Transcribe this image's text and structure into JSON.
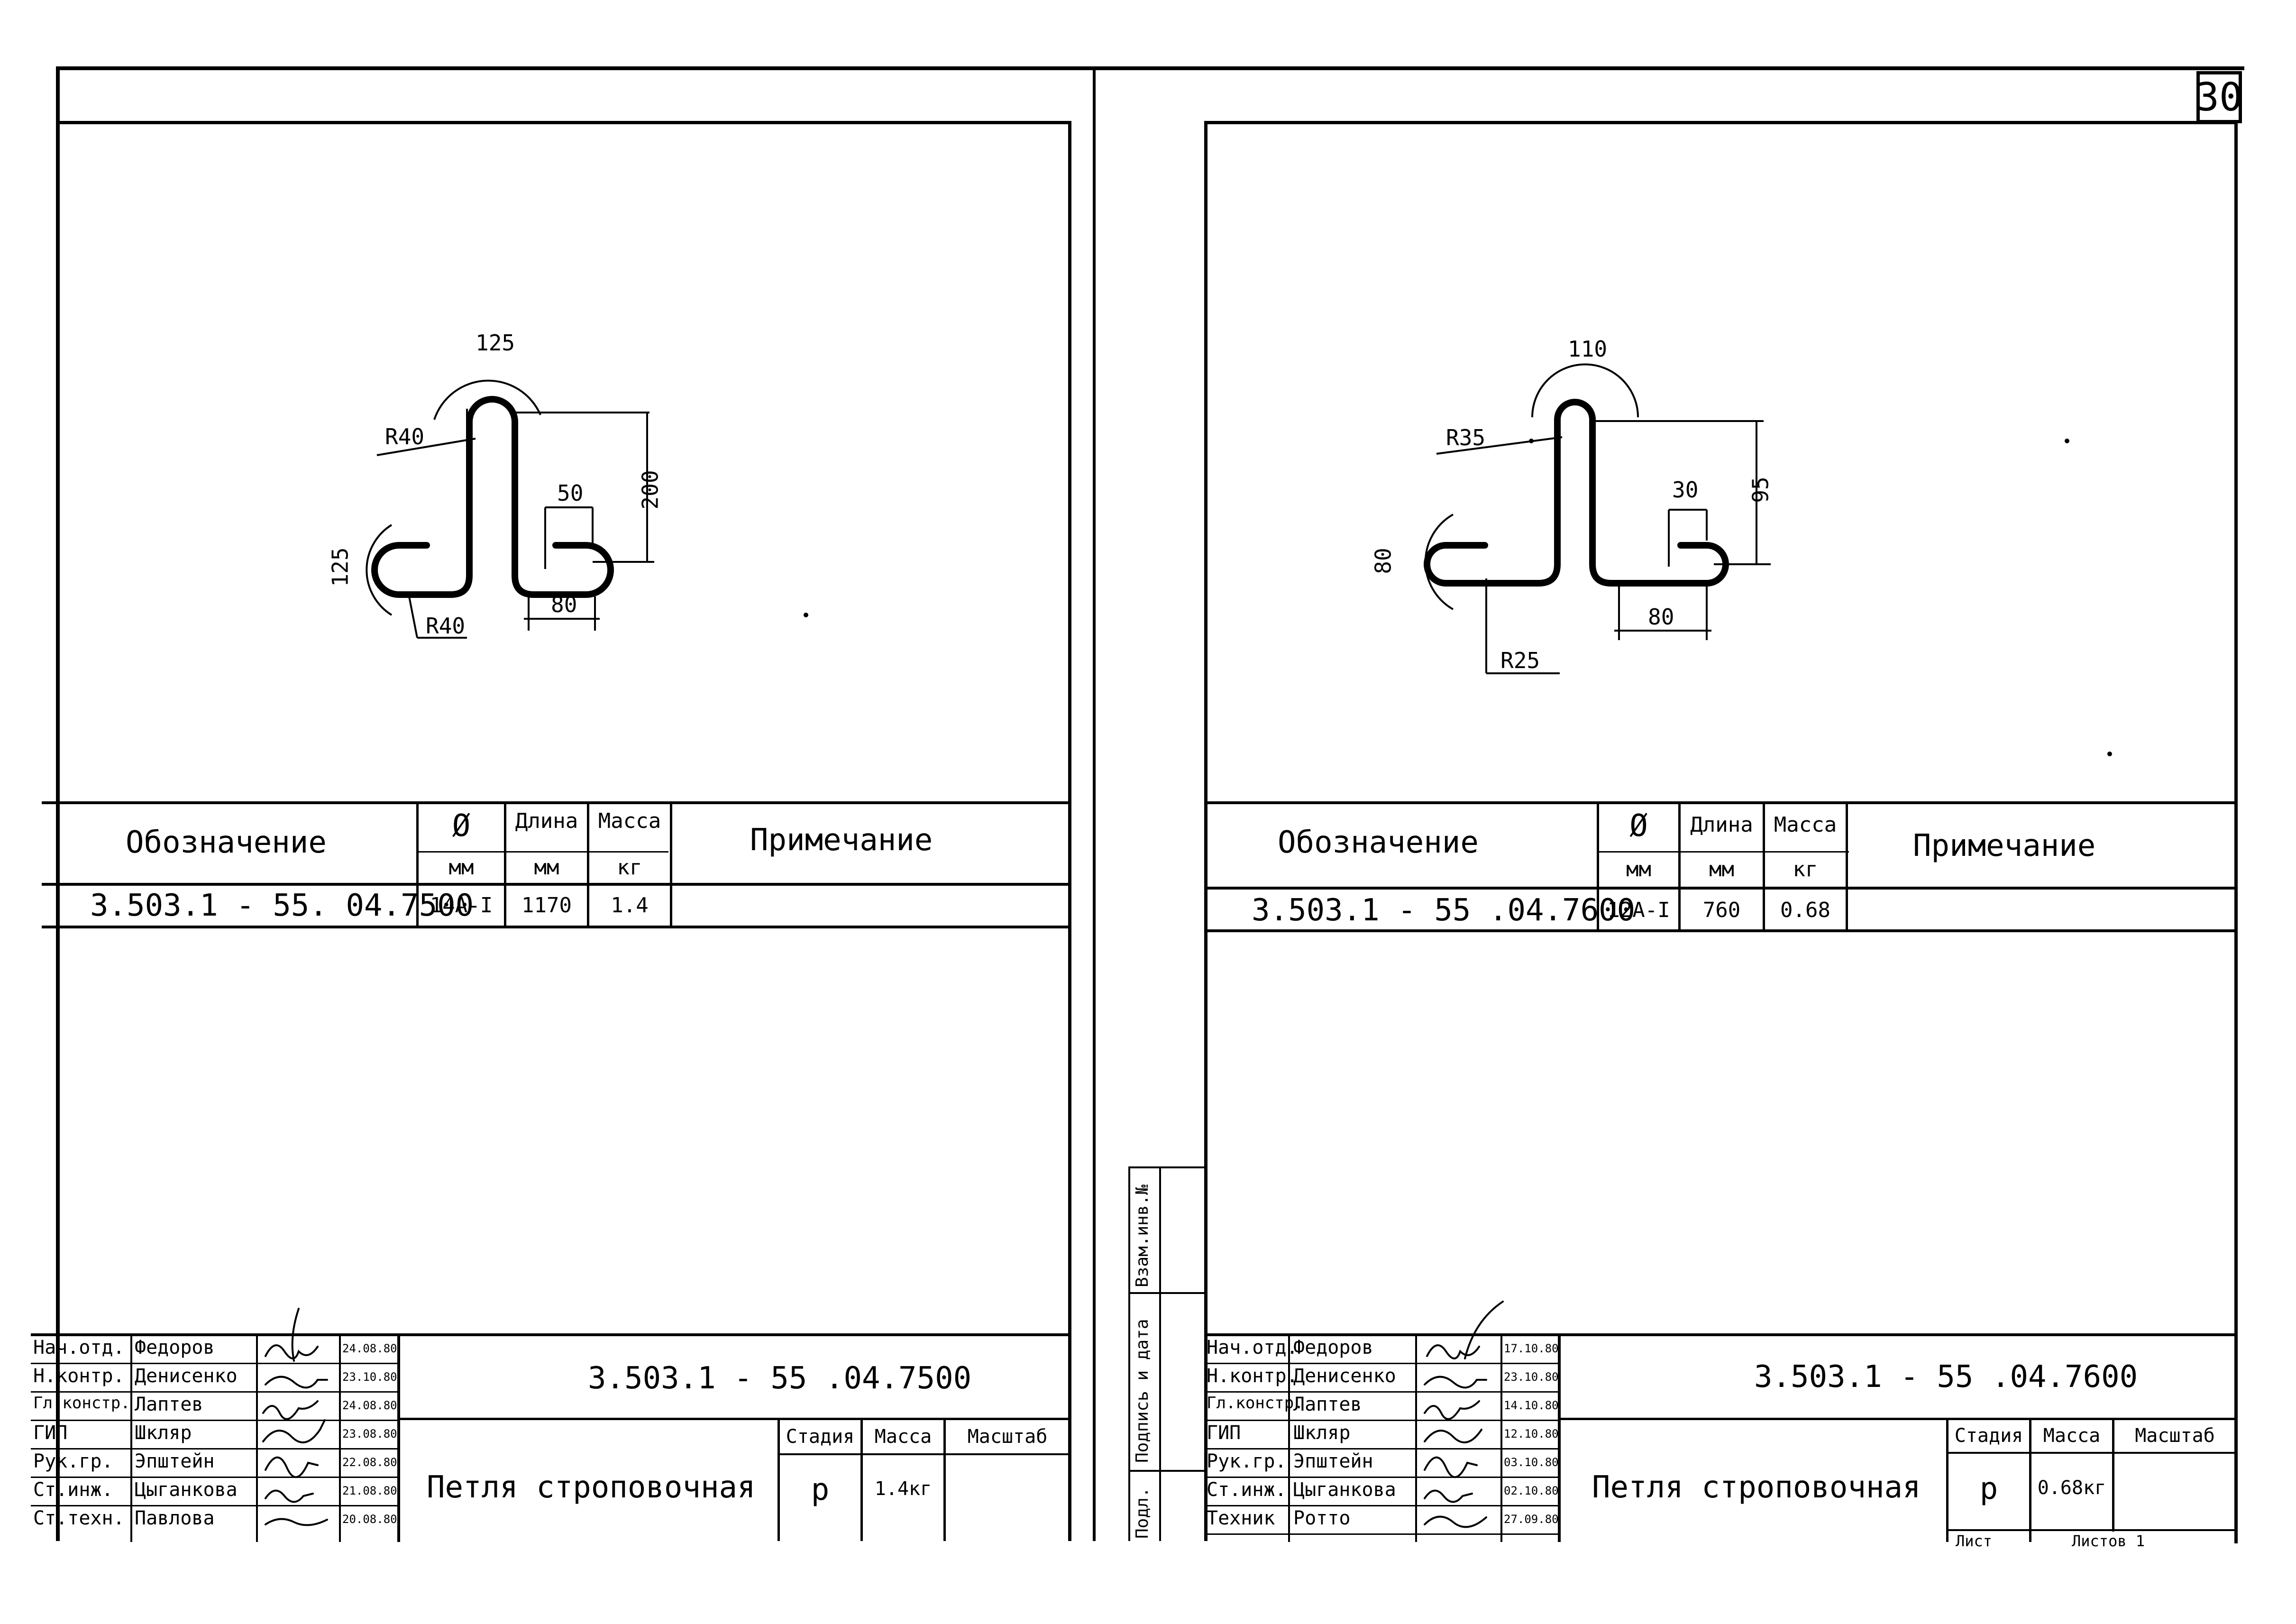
{
  "sheet_number": "30",
  "sheets": [
    {
      "id": "left",
      "drawing": {
        "dims": {
          "top_width": "125",
          "height": "200",
          "foot_height": "125",
          "foot_gap": "50",
          "foot_length": "80",
          "r_top": "R40",
          "r_bottom": "R40"
        }
      },
      "spec_table": {
        "headers": {
          "designation": "Обозначение",
          "dia": "Ø",
          "dia_unit": "мм",
          "length": "Длина",
          "length_unit": "мм",
          "mass": "Масса",
          "mass_unit": "кг",
          "note": "Примечание"
        },
        "row": {
          "designation": "3.503.1 - 55. 04.7500",
          "dia": "14A-I",
          "length": "1170",
          "mass": "1.4",
          "note": ""
        }
      },
      "title_block": {
        "code": "3.503.1 - 55 .04.7500",
        "name": "Петля строповочная",
        "stage_label": "Стадия",
        "mass_label": "Масса",
        "scale_label": "Масштаб",
        "stage": "р",
        "mass": "1.4кг",
        "scale": "",
        "staff": [
          {
            "role": "Нач.отд.",
            "name": "Федоров",
            "date": "24.08.80"
          },
          {
            "role": "Н.контр.",
            "name": "Денисенко",
            "date": "23.10.80"
          },
          {
            "role": "Гл.констр.",
            "name": "Лаптев",
            "date": "24.08.80"
          },
          {
            "role": "ГИП",
            "name": "Шкляр",
            "date": "23.08.80"
          },
          {
            "role": "Рук.гр.",
            "name": "Эпштейн",
            "date": "22.08.80"
          },
          {
            "role": "Ст.инж.",
            "name": "Цыганкова",
            "date": "21.08.80"
          },
          {
            "role": "Ст.техн.",
            "name": "Павлова",
            "date": "20.08.80"
          }
        ]
      }
    },
    {
      "id": "right",
      "drawing": {
        "dims": {
          "top_width": "110",
          "height": "95",
          "foot_height": "80",
          "foot_gap": "30",
          "foot_length": "80",
          "r_top": "R35",
          "r_bottom": "R25"
        }
      },
      "spec_table": {
        "headers": {
          "designation": "Обозначение",
          "dia": "Ø",
          "dia_unit": "мм",
          "length": "Длина",
          "length_unit": "мм",
          "mass": "Масса",
          "mass_unit": "кг",
          "note": "Примечание"
        },
        "row": {
          "designation": "3.503.1 - 55 .04.7600",
          "dia": "12A-I",
          "length": "760",
          "mass": "0.68",
          "note": ""
        }
      },
      "title_block": {
        "code": "3.503.1 - 55 .04.7600",
        "name": "Петля строповочная",
        "stage_label": "Стадия",
        "mass_label": "Масса",
        "scale_label": "Масштаб",
        "stage": "р",
        "mass": "0.68кг",
        "scale": "",
        "sheet_label": "Лист",
        "sheets_label": "Листов 1",
        "staff": [
          {
            "role": "Нач.отд.",
            "name": "Федоров",
            "date": "17.10.80"
          },
          {
            "role": "Н.контр.",
            "name": "Денисенко",
            "date": "23.10.80"
          },
          {
            "role": "Гл.констр.",
            "name": "Лаптев",
            "date": "14.10.80"
          },
          {
            "role": "ГИП",
            "name": "Шкляр",
            "date": "12.10.80"
          },
          {
            "role": "Рук.гр.",
            "name": "Эпштейн",
            "date": "03.10.80"
          },
          {
            "role": "Ст.инж.",
            "name": "Цыганкова",
            "date": "02.10.80"
          },
          {
            "role": "Техник",
            "name": "Ротто",
            "date": "27.09.80"
          }
        ]
      }
    }
  ],
  "side_stamp": {
    "replace": "Взам.инв.№",
    "sign_date": "Подпись и дата",
    "orig": "Подл."
  }
}
